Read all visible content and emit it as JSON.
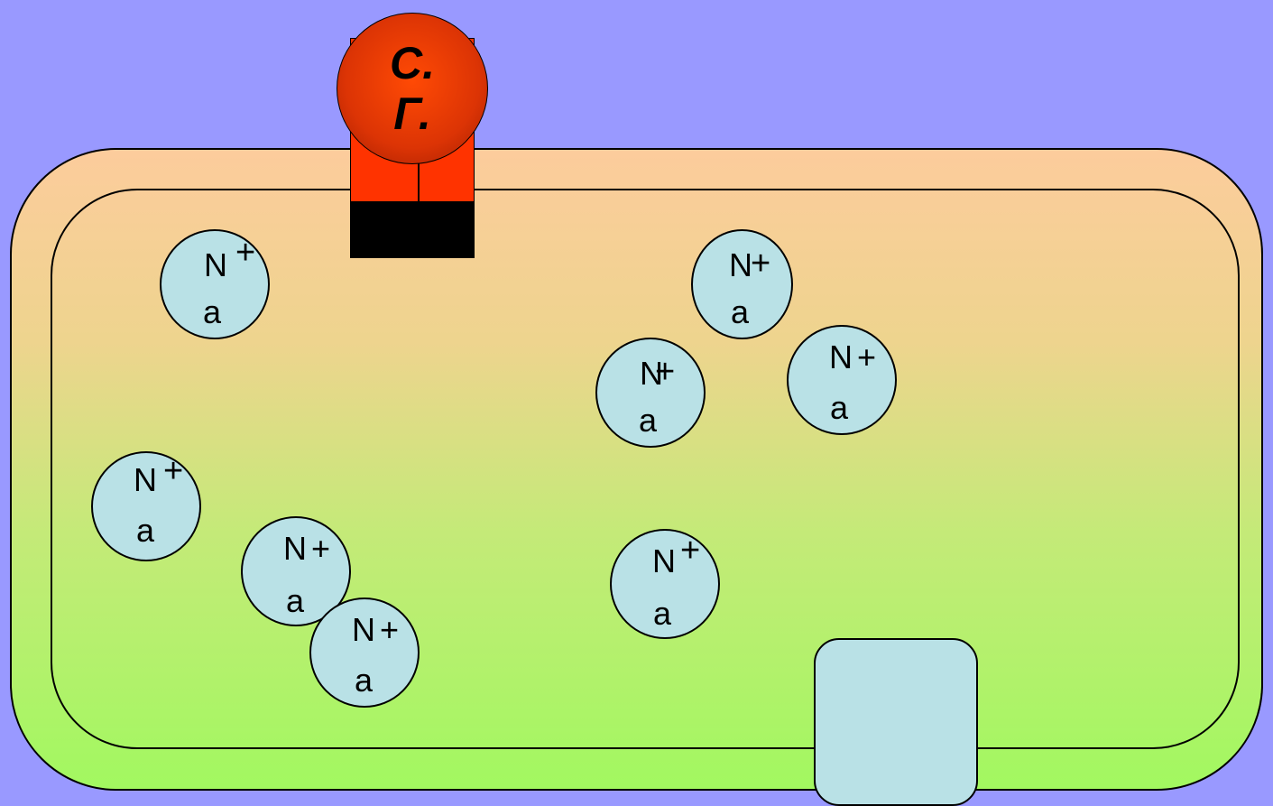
{
  "toxin": {
    "line1": "С.",
    "line2": "Г."
  },
  "ions": [
    {
      "symbol": "N",
      "charge": "+",
      "suffix": "a"
    },
    {
      "symbol": "N",
      "charge": "+",
      "suffix": "a"
    },
    {
      "symbol": "N",
      "charge": "+",
      "suffix": "a"
    },
    {
      "symbol": "N",
      "charge": "+",
      "suffix": "a"
    },
    {
      "symbol": "N",
      "charge": "+",
      "suffix": "a"
    },
    {
      "symbol": "N",
      "charge": "+",
      "suffix": "a"
    },
    {
      "symbol": "N",
      "charge": "+",
      "suffix": "a"
    },
    {
      "symbol": "N",
      "charge": "+",
      "suffix": "a"
    }
  ],
  "colors": {
    "background": "#9999ff",
    "channel": "#ff3300",
    "toxin": "#dc3405",
    "ion": "#b9e1e6",
    "cell_top": "#fccc9c",
    "cell_bottom": "#a2f860"
  }
}
